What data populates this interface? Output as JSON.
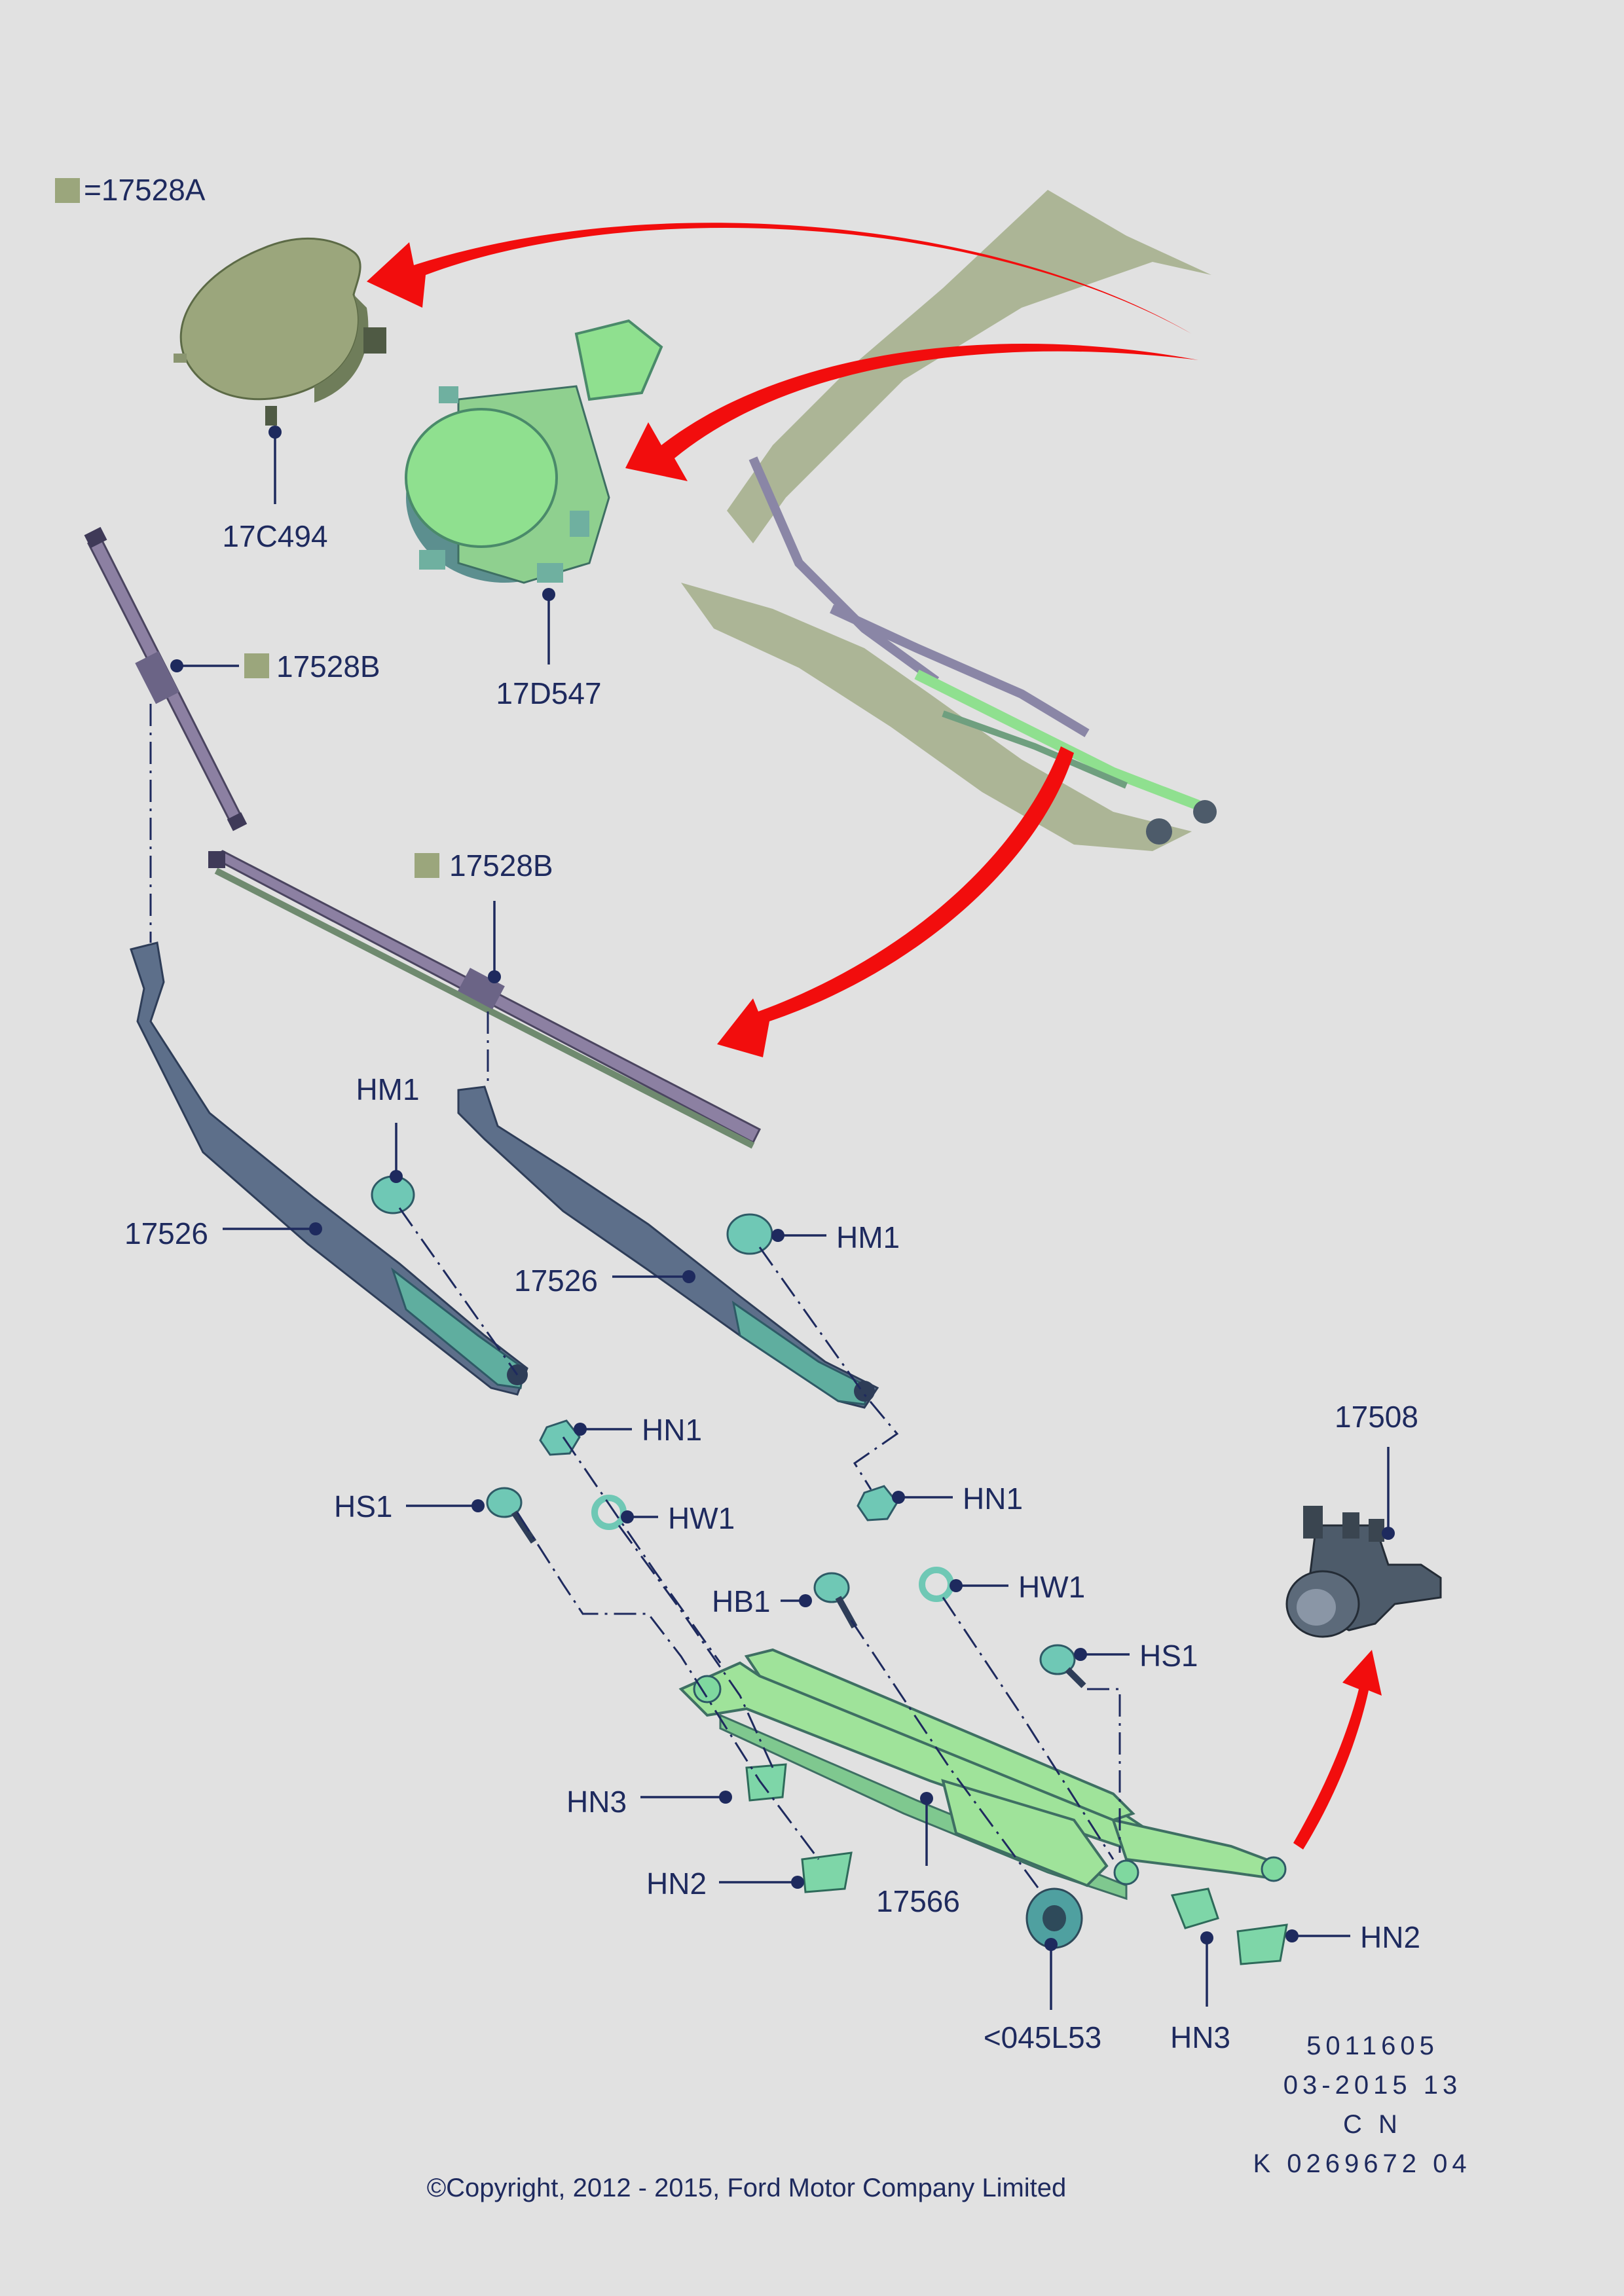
{
  "legend": {
    "swatch_color": "#9ba67c",
    "text": "=17528A"
  },
  "labels": {
    "rain_sensor_cover": "17C494",
    "rain_sensor": "17D547",
    "blade_left": "17528B",
    "blade_right": "17528B",
    "arm_left": "17526",
    "arm_right": "17526",
    "cap_left": "HM1",
    "cap_right": "HM1",
    "nut_left": "HN1",
    "nut_right": "HN1",
    "washer_left": "HW1",
    "washer_right": "HW1",
    "screw_left": "HS1",
    "screw_right": "HS1",
    "bolt": "HB1",
    "clip_hn3_left": "HN3",
    "clip_hn2_left": "HN2",
    "linkage": "17566",
    "grommet": "<045L53",
    "clip_hn3_right": "HN3",
    "clip_hn2_right": "HN2",
    "motor": "17508"
  },
  "meta": {
    "line1": "5011605",
    "line2": "03-2015 13",
    "line3": "C N",
    "line4": "K 0269672 04"
  },
  "copyright": "©Copyright, 2012 - 2015, Ford Motor Company Limited",
  "colors": {
    "arrow": "#f20d0d",
    "text": "#1e2a5e",
    "background": "#e1e1e1"
  }
}
